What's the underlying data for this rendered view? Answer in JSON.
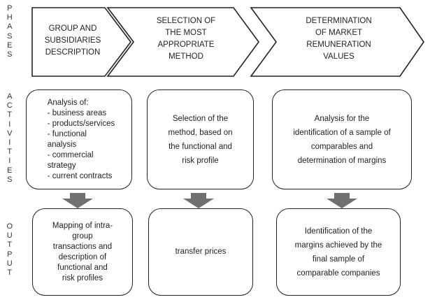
{
  "side_labels": {
    "phases": "PHASES",
    "activities": "ACTIVITIES",
    "output": "OUTPUT"
  },
  "phases": [
    {
      "text": "GROUP AND\nSUBSIDIARIES\nDESCRIPTION"
    },
    {
      "text": "SELECTION OF\nTHE MOST\nAPPROPRIATE\nMETHOD"
    },
    {
      "text": "DETERMINATION\nOF MARKET\nREMUNERATION\nVALUES"
    }
  ],
  "activities": [
    {
      "text": "Analysis of:\n- business areas\n- products/services\n- functional\nanalysis\n- commercial\nstrategy\n- current contracts"
    },
    {
      "text": "Selection of the\nmethod, based on\nthe functional and\nrisk profile"
    },
    {
      "text": "Analysis for the\nidentification of a sample of\ncomparables and\ndetermination of margins"
    }
  ],
  "outputs": [
    {
      "text": "Mapping of intra-\ngroup\ntransactions and\ndescription of\nfunctional and\nrisk profiles"
    },
    {
      "text": "transfer prices"
    },
    {
      "text": "Identification of the\nmargins achieved by the\nfinal sample of\ncomparable companies"
    }
  ],
  "colors": {
    "arrow_fill": "#707070",
    "border": "#222222"
  }
}
